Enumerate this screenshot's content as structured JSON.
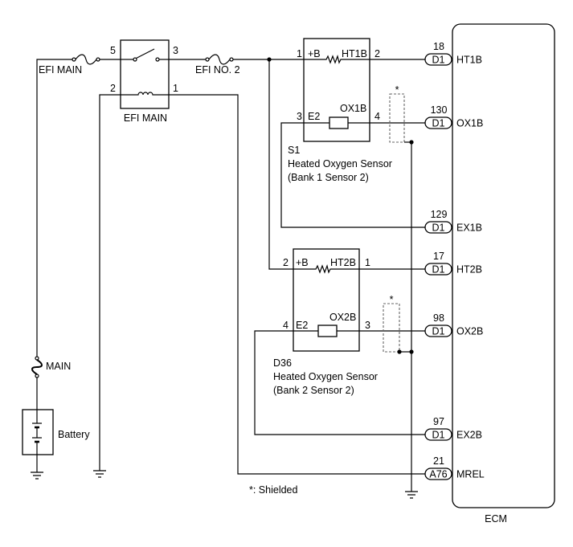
{
  "fuses": {
    "efi_main": "EFI MAIN",
    "efi_no2": "EFI NO. 2",
    "main": "MAIN"
  },
  "relay": {
    "name": "EFI MAIN",
    "pin_5": "5",
    "pin_3": "3",
    "pin_2": "2",
    "pin_1": "1"
  },
  "battery": {
    "label": "Battery"
  },
  "sensors": [
    {
      "code": "S1",
      "name": "Heated Oxygen Sensor",
      "location": "(Bank 1 Sensor 2)",
      "pin_b": "1",
      "b_label": "+B",
      "heater": "HT1B",
      "pin_heater": "2",
      "pin_e2": "3",
      "e2_label": "E2",
      "signal": "OX1B",
      "pin_signal": "4"
    },
    {
      "code": "D36",
      "name": "Heated Oxygen Sensor",
      "location": "(Bank 2 Sensor 2)",
      "pin_b": "2",
      "b_label": "+B",
      "heater": "HT2B",
      "pin_heater": "1",
      "pin_e2": "4",
      "e2_label": "E2",
      "signal": "OX2B",
      "pin_signal": "3"
    }
  ],
  "shield": {
    "marker": "*",
    "note": "*: Shielded"
  },
  "ecm": {
    "label": "ECM",
    "terminals": [
      {
        "pin": "18",
        "connector": "D1",
        "signal": "HT1B"
      },
      {
        "pin": "130",
        "connector": "D1",
        "signal": "OX1B"
      },
      {
        "pin": "129",
        "connector": "D1",
        "signal": "EX1B"
      },
      {
        "pin": "17",
        "connector": "D1",
        "signal": "HT2B"
      },
      {
        "pin": "98",
        "connector": "D1",
        "signal": "OX2B"
      },
      {
        "pin": "97",
        "connector": "D1",
        "signal": "EX2B"
      },
      {
        "pin": "21",
        "connector": "A76",
        "signal": "MREL"
      }
    ]
  },
  "colors": {
    "wire": "#000000",
    "shield": "#666666"
  }
}
